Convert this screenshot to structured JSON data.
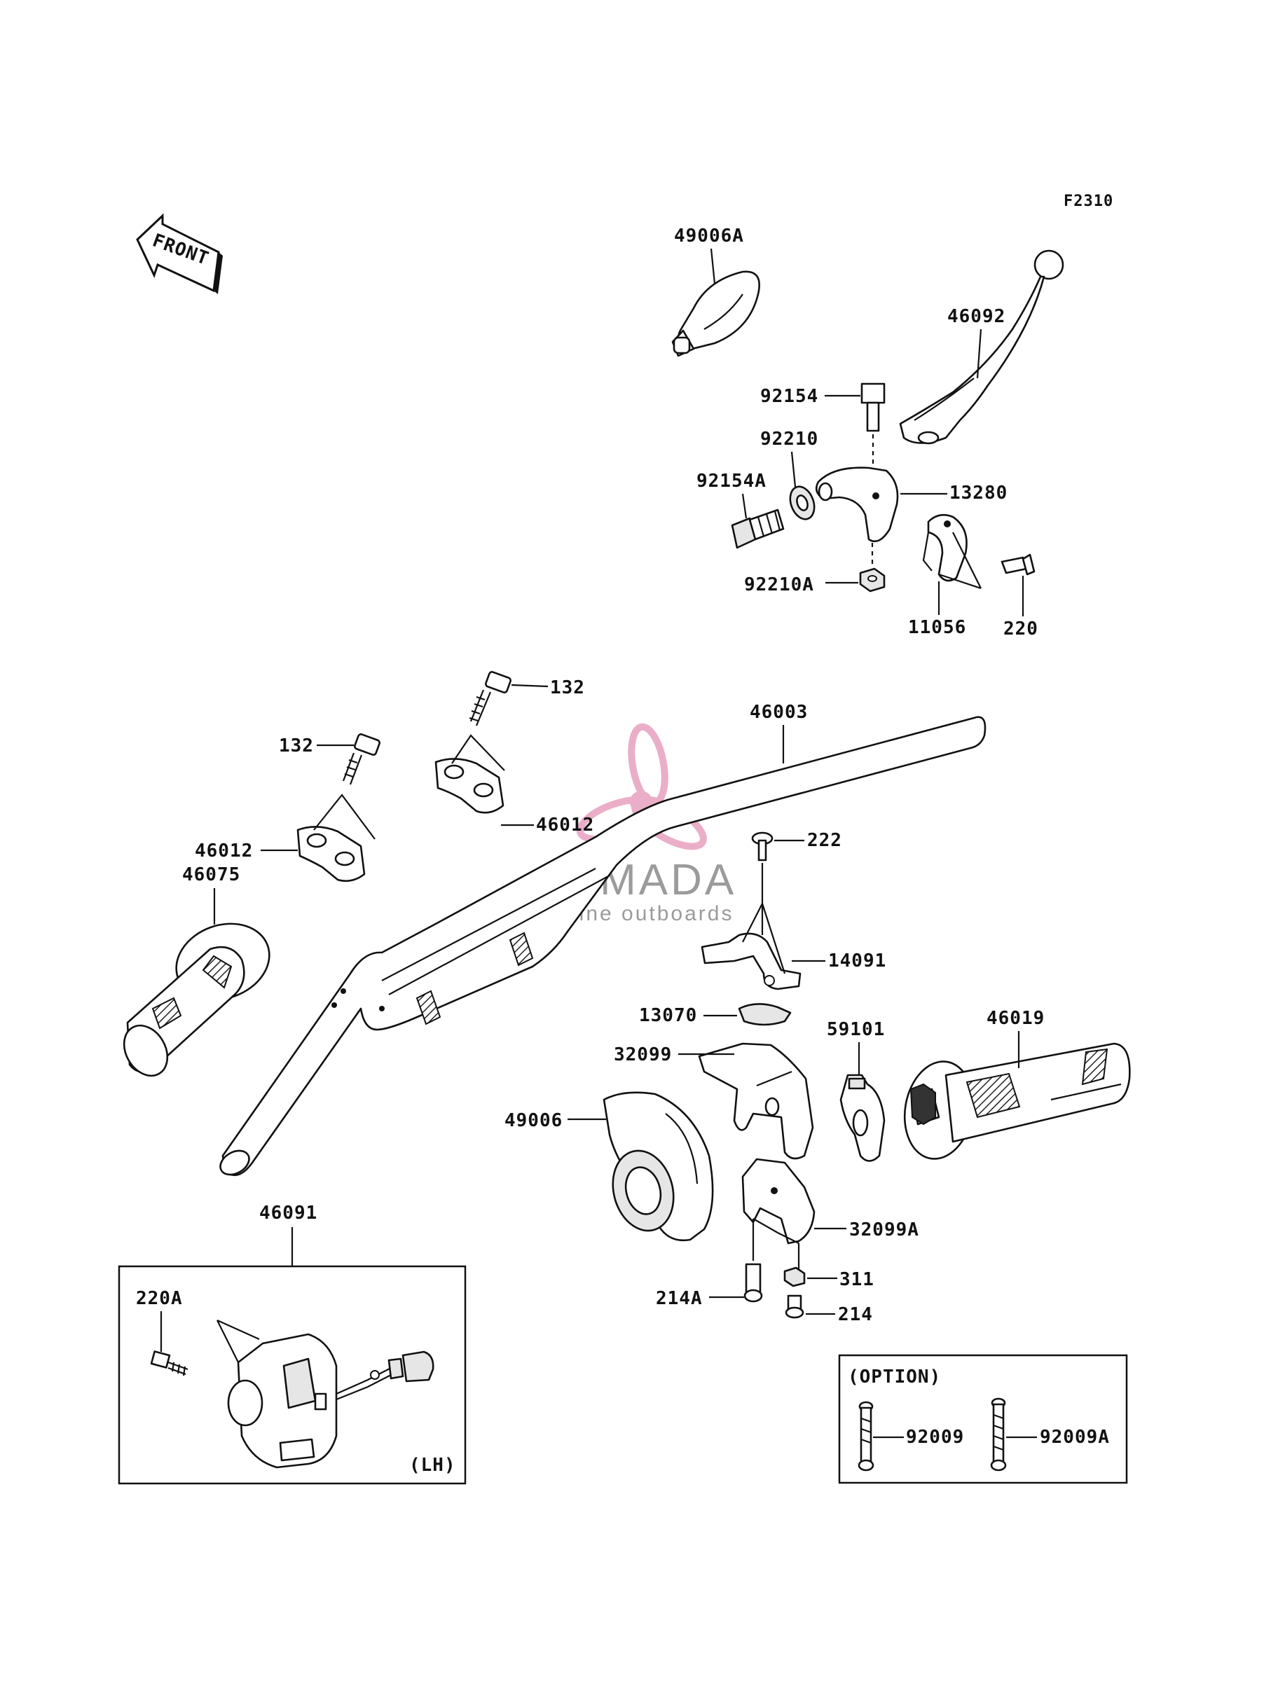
{
  "figure_code": "F2310",
  "front_label": "FRONT",
  "colors": {
    "watermark": "#e8a0c0",
    "watermark_text": "#9b9b9b",
    "line": "#111111"
  },
  "watermark": {
    "brand": "ARMADA",
    "tagline": "marine outboards",
    "icon": "propeller-icon"
  },
  "parts": {
    "p49006A": "49006A",
    "p46092": "46092",
    "p92154": "92154",
    "p92210": "92210",
    "p92154A": "92154A",
    "p13280": "13280",
    "p92210A": "92210A",
    "p11056": "11056",
    "p220": "220",
    "p132a": "132",
    "p132b": "132",
    "p46003": "46003",
    "p46012a": "46012",
    "p46012b": "46012",
    "p46075": "46075",
    "p222": "222",
    "p14091": "14091",
    "p13070": "13070",
    "p59101": "59101",
    "p46019": "46019",
    "p32099": "32099",
    "p49006": "49006",
    "p32099A": "32099A",
    "p311": "311",
    "p214A": "214A",
    "p214": "214",
    "p46091": "46091",
    "p220A": "220A",
    "p92009": "92009",
    "p92009A": "92009A"
  },
  "boxes": {
    "lh": "(LH)",
    "option": "(OPTION)"
  }
}
